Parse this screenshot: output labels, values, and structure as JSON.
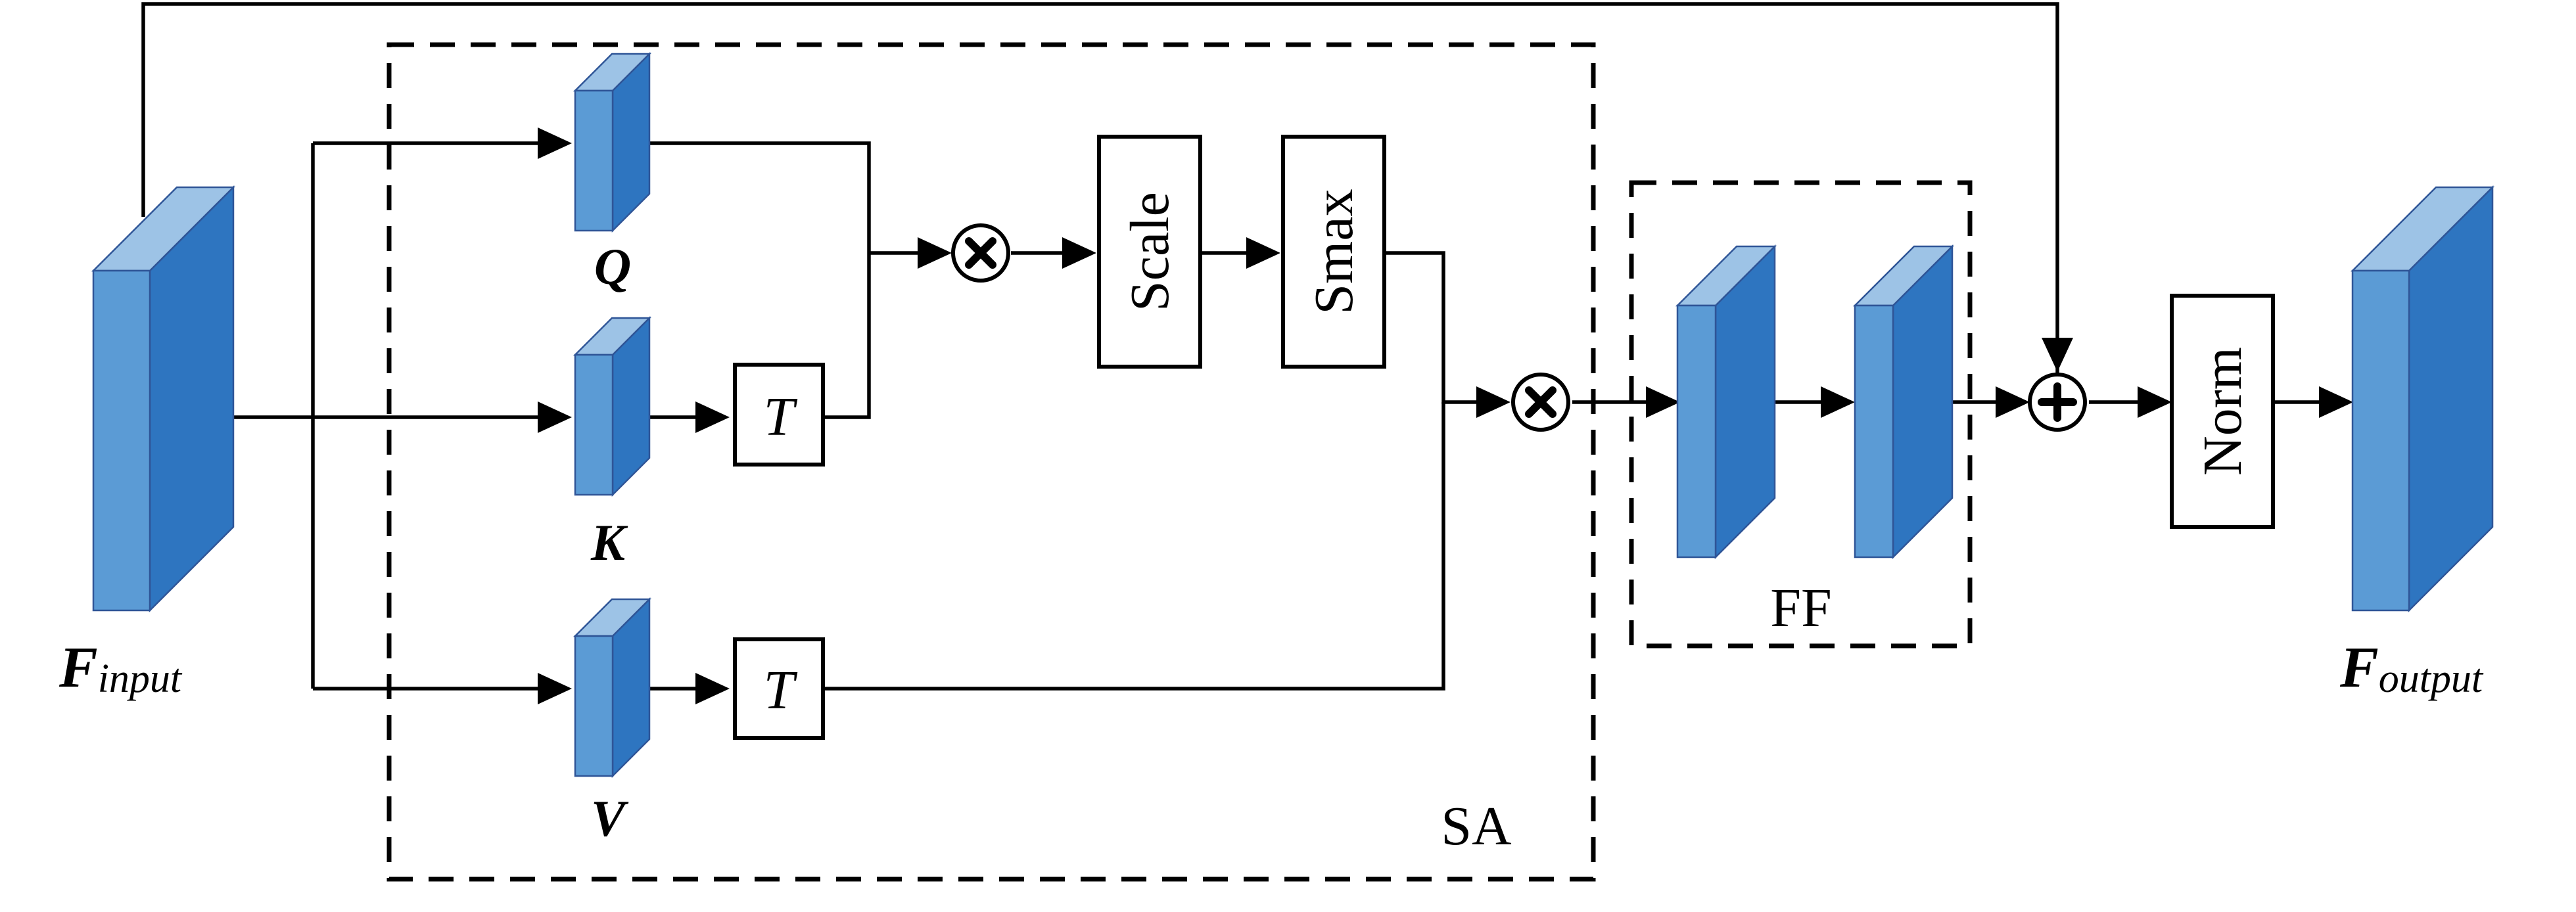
{
  "diagram": {
    "input_label": {
      "main": "F",
      "sub": "input"
    },
    "output_label": {
      "main": "F",
      "sub": "output"
    },
    "q_label": "Q",
    "k_label": "K",
    "v_label": "V",
    "transpose_k": "T",
    "transpose_v": "T",
    "scale_label": "Scale",
    "smax_label": "Smax",
    "norm_label": "Norm",
    "sa_label": "SA",
    "ff_label": "FF",
    "colors": {
      "feature_front": "#5b9bd5",
      "feature_side": "#2e75c0",
      "feature_top": "#9dc3e6"
    }
  }
}
